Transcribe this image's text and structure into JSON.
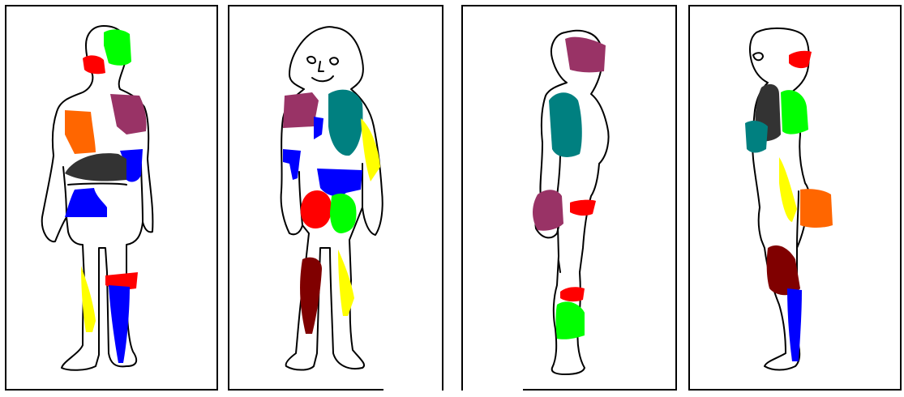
{
  "panels": [
    {
      "view": "back"
    },
    {
      "view": "front"
    },
    {
      "view": "right-side"
    },
    {
      "view": "left-side"
    }
  ],
  "colors": {
    "red": "#ff0000",
    "green": "#00ff00",
    "blue": "#0000ff",
    "yellow": "#ffff00",
    "orange": "#ff6600",
    "plum": "#993366",
    "teal": "#008080",
    "black": "#333333",
    "maroon": "#800000"
  }
}
